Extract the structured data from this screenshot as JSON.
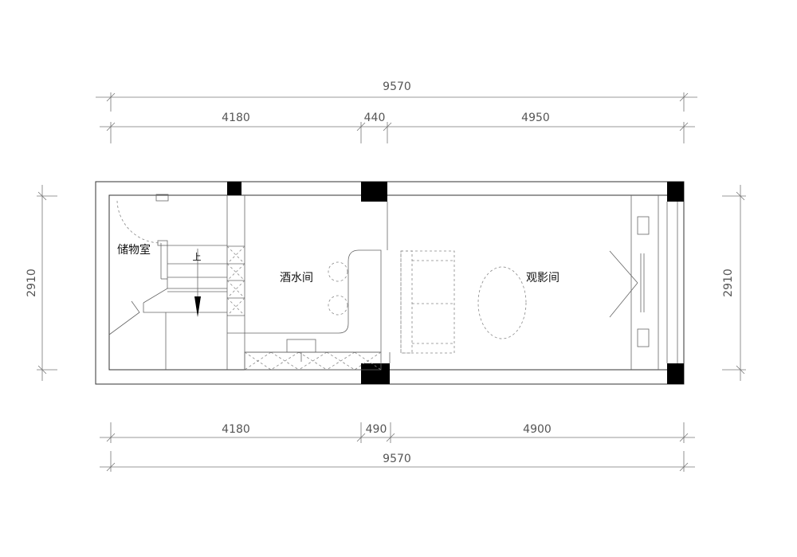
{
  "dimensions": {
    "top_total": "9570",
    "top_segments": [
      "4180",
      "440",
      "4950"
    ],
    "bottom_segments": [
      "4180",
      "490",
      "4900"
    ],
    "bottom_total": "9570",
    "left_height": "2910",
    "right_height": "2910"
  },
  "rooms": {
    "storage": "储物室",
    "bar": "酒水间",
    "theater": "观影间"
  },
  "stair_mark": "上"
}
